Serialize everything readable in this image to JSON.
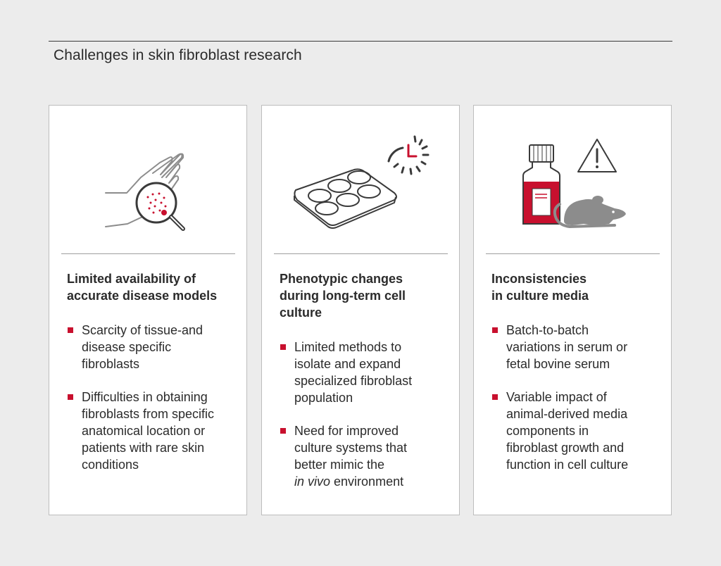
{
  "title": "Challenges in skin fibroblast research",
  "colors": {
    "accent": "#c8102e",
    "icon_gray": "#8c8c8c",
    "card_background": "#ffffff",
    "page_background": "#ececec"
  },
  "cards": [
    {
      "icon": "hand-magnifier-icon",
      "heading": "Limited availability of\naccurate disease models",
      "bullets": [
        {
          "text": "Scarcity of tissue-and\ndisease specific\nfibroblasts"
        },
        {
          "text": "Difficulties in obtaining\nfibroblasts from specific\nanatomical location or\npatients with rare skin\nconditions"
        }
      ]
    },
    {
      "icon": "well-plate-clock-icon",
      "heading": "Phenotypic changes\nduring long-term cell\nculture",
      "bullets": [
        {
          "text": "Limited methods to\nisolate and expand\nspecialized fibroblast\npopulation"
        },
        {
          "text": "Need for improved\nculture systems that\nbetter mimic the",
          "italic": "in vivo",
          "tail": " environment"
        }
      ]
    },
    {
      "icon": "serum-bottle-mouse-warning-icon",
      "heading": "Inconsistencies\nin culture media",
      "bullets": [
        {
          "text": "Batch-to-batch\nvariations in serum or\nfetal bovine serum"
        },
        {
          "text": "Variable impact of\nanimal-derived media\ncomponents in\nfibroblast growth and\nfunction in cell culture"
        }
      ]
    }
  ]
}
